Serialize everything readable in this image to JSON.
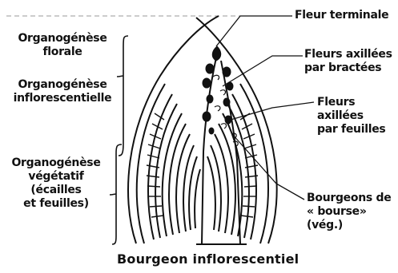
{
  "labels": {
    "fleur_terminale": "Fleur terminale",
    "fleurs_axillees_bractees": [
      "Fleurs axillées",
      "par bractées"
    ],
    "fleurs_axillees_feuilles": [
      "Fleurs",
      "axillées",
      "par feuilles"
    ],
    "bourgeons_bourse": [
      "Bourgeons de",
      "« bourse»",
      "(vég.)"
    ],
    "organogenese_florale": [
      "Organogénèse",
      "florale"
    ],
    "organogenese_inflorescentielle": [
      "Organogénèse",
      "inflorescentielle"
    ],
    "organogenese_vegetatif": [
      "Organogénèse",
      "végétatif",
      "(écailles",
      "et feuilles)"
    ]
  },
  "caption": "Bourgeon inflorescentiel"
}
